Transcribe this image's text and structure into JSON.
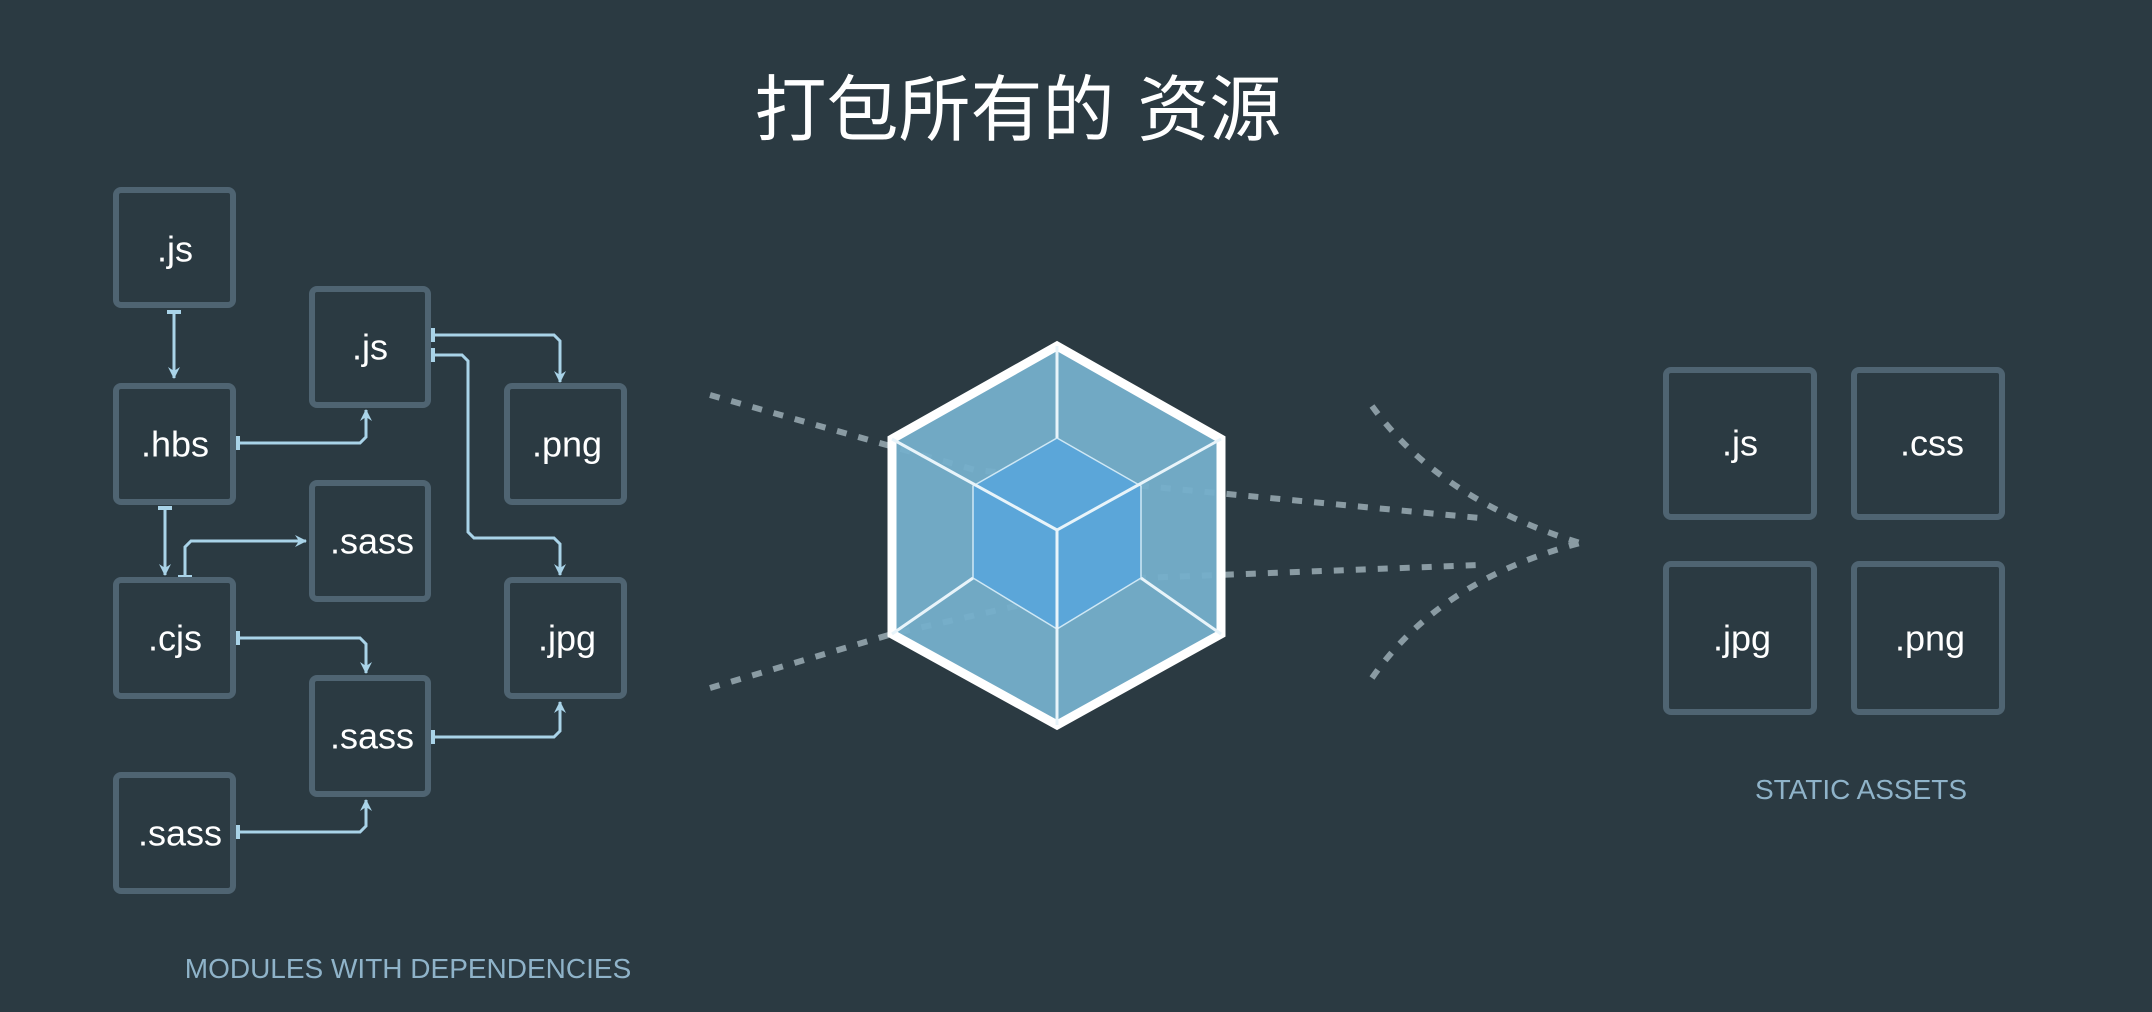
{
  "title": "打包所有的 资源",
  "modules": {
    "caption": "MODULES WITH DEPENDENCIES",
    "items": [
      ".js",
      ".hbs",
      ".cjs",
      ".sass",
      ".js",
      ".sass",
      ".sass",
      ".png",
      ".jpg"
    ]
  },
  "assets": {
    "caption": "STATIC ASSETS",
    "items": [
      ".js",
      ".css",
      ".jpg",
      ".png"
    ]
  },
  "colors": {
    "background": "#2b3a42",
    "box_border": "#4f6472",
    "arrow": "#a9d3e8",
    "cube_outer": "#75afcb",
    "cube_inner": "#5ba6d9"
  }
}
